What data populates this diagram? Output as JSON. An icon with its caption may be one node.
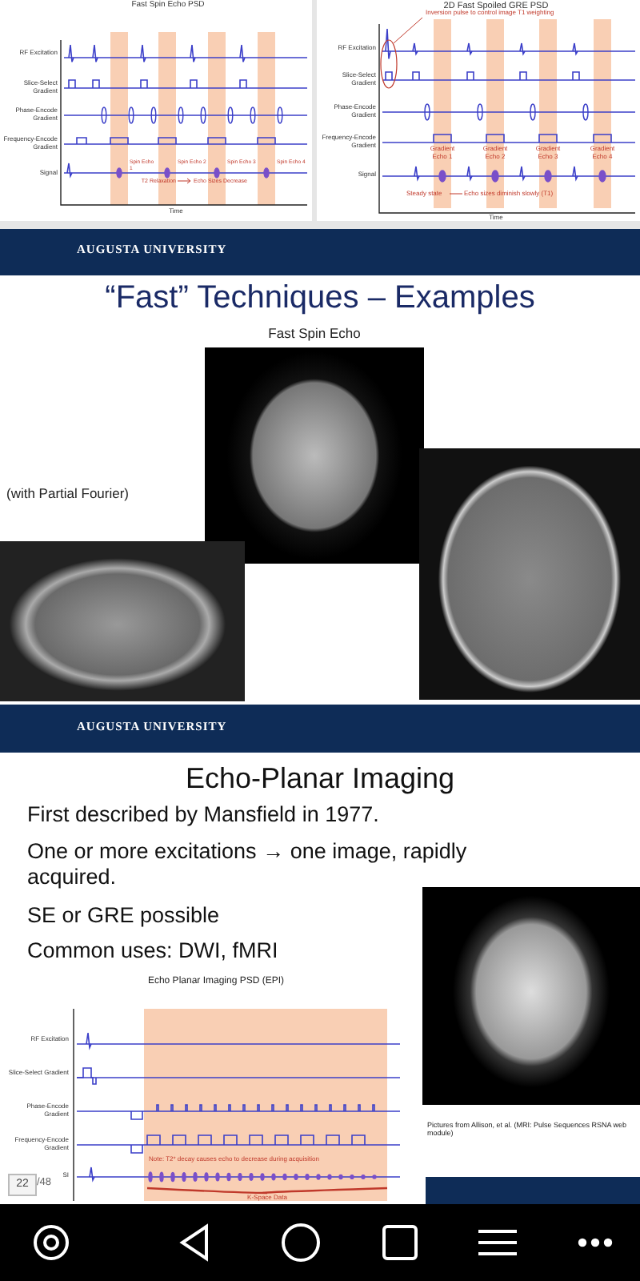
{
  "diagram": {
    "labels": [
      "Fast Spin Echo PSD",
      "RF Excitation",
      "Slice-Select Gradient",
      "Phase-Encode Gradient",
      "Frequency-Encode Gradient",
      "Signal",
      "Spin Echo 1",
      "Spin Echo 2",
      "Spin Echo 3",
      "Spin Echo 4",
      "T2 Relaxation",
      "Echo Sizes Decrease",
      "Time",
      "2D Fast Spoiled GRE PSD",
      "Inversion pulse to control image T1 weighting",
      "RF Excitation",
      "Slice-Select Gradient",
      "Phase-Encode Gradient",
      "Frequency-Encode Gradient",
      "Signal",
      "Gradient Echo 1",
      "Gradient Echo 2",
      "Gradient Echo 3",
      "Gradient Echo 4",
      "Steady state",
      "Echo sizes diminish slowly (T1)",
      "Time",
      "AUGUSTA UNIVERSITY",
      "“Fast” Techniques – Examples",
      "Fast Spin Echo",
      "(with Partial Fourier)",
      "AUGUSTA UNIVERSITY",
      "Echo-Planar Imaging",
      "First described by Mansfield in 1977.",
      "One or more excitations → one image, rapidly acquired.",
      "SE or GRE possible",
      "Common uses: DWI, fMRI",
      "Echo Planar Imaging PSD (EPI)",
      "RF Excitation",
      "Slice-Select Gradient",
      "Phase-Encode Gradient",
      "Frequency-Encode Gradient",
      "SI",
      "Note: T2* decay causes echo to decrease during acquisition",
      "K-Space Data",
      "22",
      "/48",
      "Pictures from Allison, et al. (MRI: Pulse Sequences RSNA web module)"
    ]
  }
}
